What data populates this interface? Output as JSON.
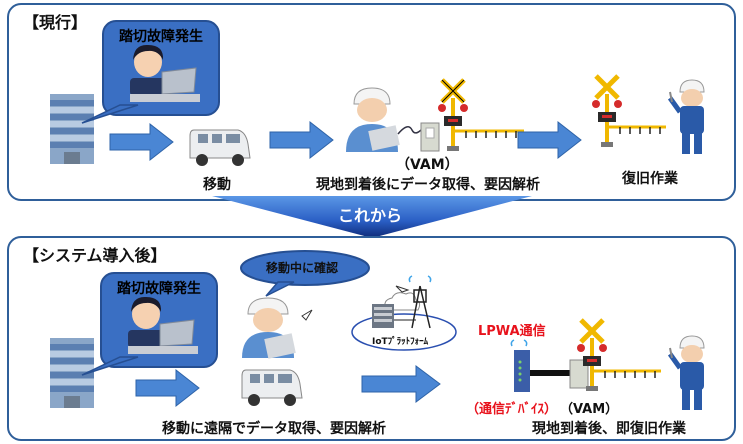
{
  "current": {
    "title": "【現行】",
    "incident_bubble": "踏切故障発生",
    "steps": {
      "move": "移動",
      "vam": "（VAM）",
      "onsite": "現地到着後にデータ取得、要因解析",
      "repair": "復旧作業"
    }
  },
  "transition": {
    "label": "これから"
  },
  "after": {
    "title": "【システム導入後】",
    "incident_bubble": "踏切故障発生",
    "confirm_bubble": "移動中に確認",
    "iot_platform": "IoTﾌﾟﾗｯﾄﾌｫｰﾑ",
    "lpwa": "LPWA通信",
    "device": "（通信ﾃﾞﾊﾞｲｽ）",
    "vam": "（VAM）",
    "move_caption": "移動に遠隔でデータ取得、要因解析",
    "onsite_caption": "現地到着後、即復旧作業"
  },
  "colors": {
    "frame": "#2f5f9a",
    "arrow": "#4a86d4",
    "bubble": "#3a6fc3",
    "accent_red": "#e8121c",
    "chevron_dark": "#0e2a78"
  }
}
